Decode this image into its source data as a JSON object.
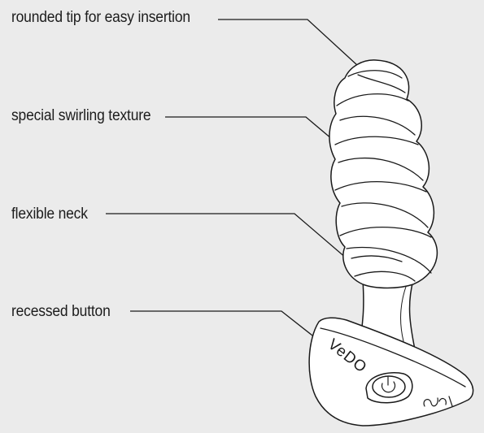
{
  "callouts": {
    "tip": "rounded tip for easy insertion",
    "texture": "special swirling texture",
    "neck": "flexible neck",
    "button": "recessed button"
  },
  "product": {
    "brand_text": "VeDO"
  },
  "colors": {
    "background": "#ebebeb",
    "line": "#1a1a1a",
    "fill": "#ffffff"
  },
  "icons": [
    "power-button-icon",
    "brand-logo-icon"
  ]
}
